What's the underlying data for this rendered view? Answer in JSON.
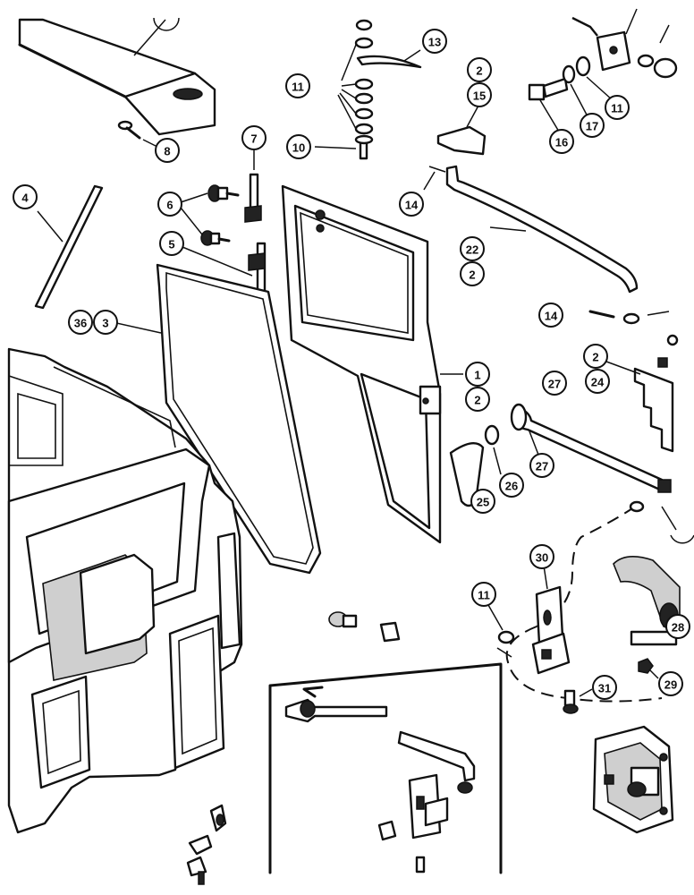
{
  "callouts": [
    {
      "id": "c13",
      "label": "13"
    },
    {
      "id": "c11a",
      "label": "11"
    },
    {
      "id": "c8",
      "label": "8"
    },
    {
      "id": "c10",
      "label": "10"
    },
    {
      "id": "c7",
      "label": "7"
    },
    {
      "id": "c2a",
      "label": "2"
    },
    {
      "id": "c15",
      "label": "15"
    },
    {
      "id": "c16",
      "label": "16"
    },
    {
      "id": "c17",
      "label": "17"
    },
    {
      "id": "c11b",
      "label": "11"
    },
    {
      "id": "c4",
      "label": "4"
    },
    {
      "id": "c6",
      "label": "6"
    },
    {
      "id": "c14a",
      "label": "14"
    },
    {
      "id": "c22",
      "label": "22"
    },
    {
      "id": "c2b",
      "label": "2"
    },
    {
      "id": "c5",
      "label": "5"
    },
    {
      "id": "c36",
      "label": "36"
    },
    {
      "id": "c3",
      "label": "3"
    },
    {
      "id": "c14b",
      "label": "14"
    },
    {
      "id": "c2c",
      "label": "2"
    },
    {
      "id": "c24",
      "label": "24"
    },
    {
      "id": "c1",
      "label": "1"
    },
    {
      "id": "c27a",
      "label": "27"
    },
    {
      "id": "c2d",
      "label": "2"
    },
    {
      "id": "c27b",
      "label": "27"
    },
    {
      "id": "c26",
      "label": "26"
    },
    {
      "id": "c25",
      "label": "25"
    },
    {
      "id": "c30",
      "label": "30"
    },
    {
      "id": "c11c",
      "label": "11"
    },
    {
      "id": "c31",
      "label": "31"
    },
    {
      "id": "c29",
      "label": "29"
    },
    {
      "id": "c28",
      "label": "28"
    }
  ]
}
